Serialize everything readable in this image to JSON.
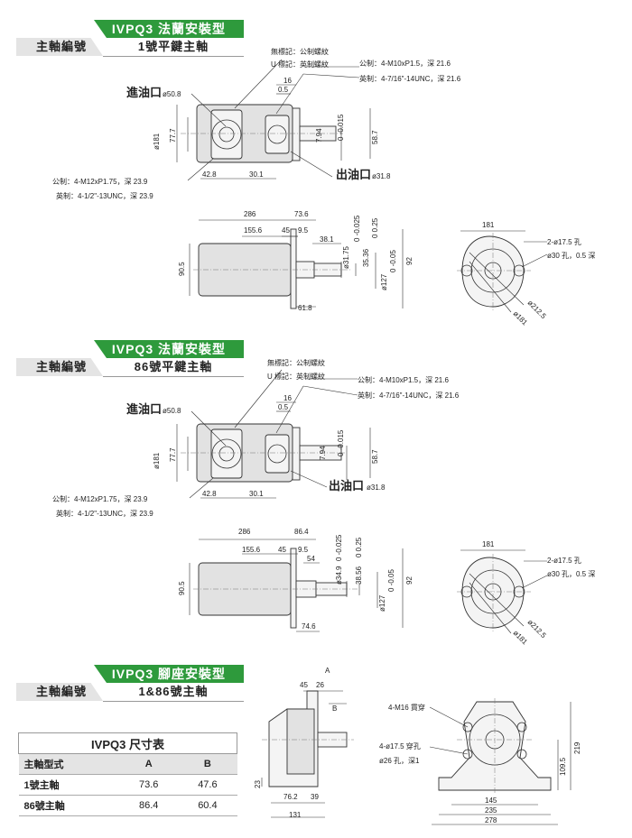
{
  "sections": [
    {
      "title": "IVPQ3 法蘭安裝型",
      "spindle_label": "主軸編號",
      "spindle_value": "1號平鍵主軸"
    },
    {
      "title": "IVPQ3 法蘭安裝型",
      "spindle_label": "主軸編號",
      "spindle_value": "86號平鍵主軸"
    },
    {
      "title": "IVPQ3 腳座安裝型",
      "spindle_label": "主軸編號",
      "spindle_value": "1&86號主軸"
    }
  ],
  "drawing1": {
    "note_mark": "無標記：公制螺紋",
    "note_u": "U 標記：英制螺紋",
    "metric_outlet": "公制：4-M10xP1.5，深 21.6",
    "imperial_outlet": "英制：4-7/16\"-14UNC，深 21.6",
    "inlet": "進油口",
    "inlet_dia": "ø50.8",
    "outlet": "出油口",
    "outlet_dia": "ø31.8",
    "metric_inlet": "公制：4-M12xP1.75，深 23.9",
    "imperial_inlet": "英制：4-1/2\"-13UNC，深 23.9",
    "d16": "16",
    "d05": "0.5",
    "d181": "ø181",
    "d777": "77.7",
    "d794": "7.94",
    "d794tol": "0 -0.015",
    "d587": "58.7",
    "d428": "42.8",
    "d301": "30.1"
  },
  "side1": {
    "d286": "286",
    "dA": "73.6",
    "d1556": "155.6",
    "d45": "45",
    "d95": "9.5",
    "d381": "38.1",
    "dshaft": "ø31.75",
    "dshafttol": "0 -0.025",
    "dkey": "35.36",
    "dkeytol": "0 0.25",
    "dpilot": "ø127",
    "dpilottol": "0 -0.05",
    "d92": "92",
    "d905": "90.5",
    "dB": "61.8"
  },
  "front1": {
    "d181": "181",
    "holes": "2-ø17.5 孔",
    "cbore": "ø30 孔，0.5 深",
    "d2125": "ø212.5",
    "d181b": "ø181"
  },
  "side2": {
    "d286": "286",
    "dA": "86.4",
    "d1556": "155.6",
    "d45": "45",
    "d95": "9.5",
    "d54": "54",
    "dshaft": "ø34.9",
    "dshafttol": "0 -0.025",
    "dkey": "38.56",
    "dkeytol": "0 0.25",
    "dpilot": "ø127",
    "dpilottol": "0 -0.05",
    "d92": "92",
    "d905": "90.5",
    "dB": "74.6"
  },
  "foot": {
    "dA": "A",
    "dB": "B",
    "d45": "45",
    "d26": "26",
    "d23": "23",
    "d762": "76.2",
    "d39": "39",
    "d131": "131",
    "m16": "4-M16 貫穿",
    "holes": "4-ø17.5 穿孔",
    "cbore": "ø26 孔，深1",
    "d145": "145",
    "d235": "235",
    "d278": "278",
    "d1095": "109.5",
    "d219": "219"
  },
  "table": {
    "caption": "IVPQ3 尺寸表",
    "headers": [
      "主軸型式",
      "A",
      "B"
    ],
    "rows": [
      {
        "label": "1號主軸",
        "a": "73.6",
        "b": "47.6"
      },
      {
        "label": "86號主軸",
        "a": "86.4",
        "b": "60.4"
      }
    ]
  },
  "colors": {
    "accent": "#2e9a3c",
    "band": "#e4e4e4",
    "body_fill": "#e2e2e2"
  }
}
